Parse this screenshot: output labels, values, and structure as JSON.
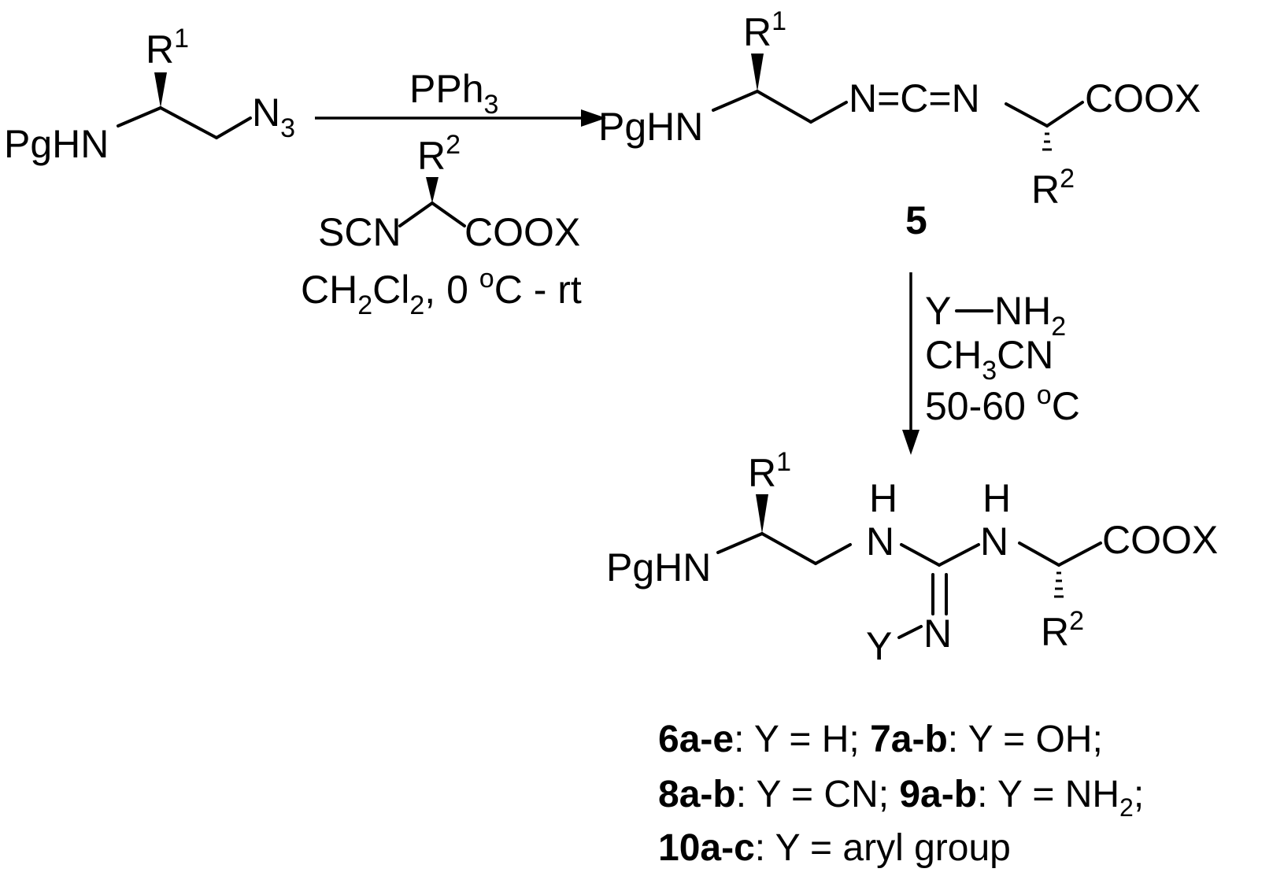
{
  "starting_material": {
    "r1": "R",
    "r1_sup": "1",
    "amine": "PgHN",
    "azide": "N",
    "azide_sub": "3"
  },
  "reaction_1": {
    "reagent": "PPh",
    "reagent_sub": "3",
    "iso_r2": "R",
    "iso_r2_sup": "2",
    "iso_left": "SCN",
    "iso_right": "COOX",
    "solvent_a": "CH",
    "solvent_a_sub": "2",
    "solvent_b": "Cl",
    "solvent_b_sub": "2",
    "solvent_c": ", 0 ",
    "solvent_o": "o",
    "solvent_d": "C - rt"
  },
  "intermediate": {
    "r1": "R",
    "r1_sup": "1",
    "amine": "PgHN",
    "carbodiimide": "N=C=N",
    "acid": "COOX",
    "r2": "R",
    "r2_sup": "2",
    "compound_number": "5"
  },
  "reaction_2": {
    "amine_y": "Y",
    "amine_nh": "NH",
    "amine_nh_sub": "2",
    "solvent_a": "CH",
    "solvent_a_sub": "3",
    "solvent_b": "CN",
    "temp_a": "50-60 ",
    "temp_o": "o",
    "temp_b": "C"
  },
  "product": {
    "r1": "R",
    "r1_sup": "1",
    "amine": "PgHN",
    "h_left": "H",
    "n_left": "N",
    "h_right": "H",
    "n_right": "N",
    "acid": "COOX",
    "imine_y": "Y",
    "imine_n": "N",
    "r2": "R",
    "r2_sup": "2"
  },
  "legend": {
    "line1": [
      {
        "text": "6a-e",
        "bold": true
      },
      {
        "text": ": Y = H; ",
        "bold": false
      },
      {
        "text": "7a-b",
        "bold": true
      },
      {
        "text": ": Y = OH;",
        "bold": false
      }
    ],
    "line2": [
      {
        "text": "8a-b",
        "bold": true
      },
      {
        "text": ": Y = CN; ",
        "bold": false
      },
      {
        "text": "9a-b",
        "bold": true
      },
      {
        "text": ": Y = NH",
        "bold": false
      },
      {
        "text": "2",
        "bold": false,
        "sub": true
      },
      {
        "text": ";",
        "bold": false
      }
    ],
    "line3": [
      {
        "text": "10a-c",
        "bold": true
      },
      {
        "text": ": Y = aryl group",
        "bold": false
      }
    ]
  }
}
